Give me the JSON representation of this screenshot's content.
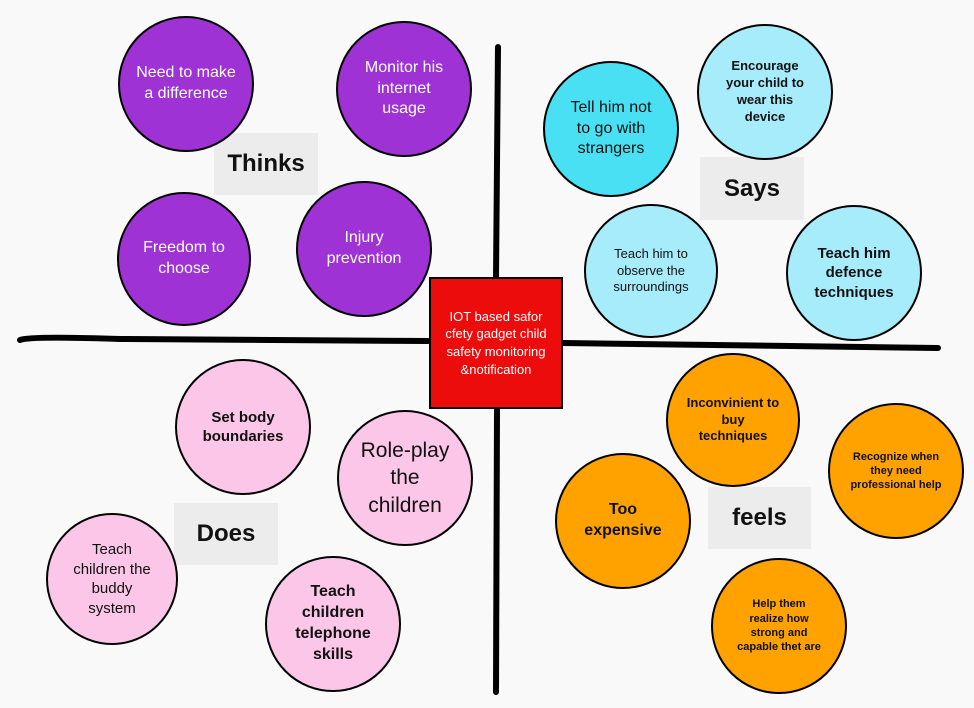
{
  "center": {
    "text": "IOT based safor cfety gadget child safety monitoring &notification"
  },
  "quadrants": {
    "thinks": {
      "label": "Thinks",
      "notes": [
        "Need to make a difference",
        "Monitor his internet usage",
        "Freedom to choose",
        "Injury prevention"
      ]
    },
    "says": {
      "label": "Says",
      "notes": [
        "Encourage your child to wear this device",
        "Tell him not to go with strangers",
        "Teach him to observe the surroundings",
        "Teach him defence techniques"
      ]
    },
    "does": {
      "label": "Does",
      "notes": [
        "Set body boundaries",
        "Role-play the children",
        "Teach children the buddy system",
        "Teach children telephone skills"
      ]
    },
    "feels": {
      "label": "feels",
      "notes": [
        "Inconvinient to buy techniques",
        "Recognize when they need professional help",
        "Too expensive",
        "Help them realize how strong and capable thet are"
      ]
    }
  },
  "colors": {
    "thinks": "#9e32d4",
    "says_dark": "#48e0f2",
    "says_light": "#a7ecfb",
    "does": "#fbc6e8",
    "feels": "#ffa200",
    "center": "#ed0c0c",
    "label_bg": "#ececec"
  }
}
